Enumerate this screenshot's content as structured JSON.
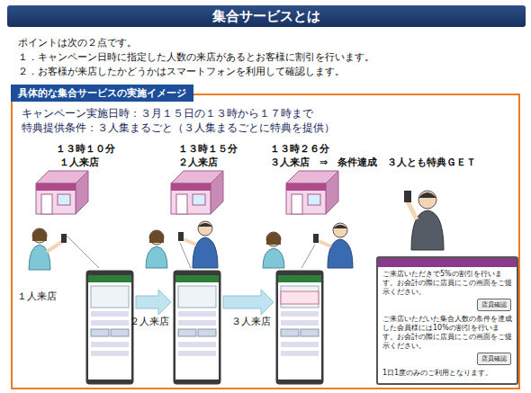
{
  "diagram": {
    "title": "集合サービスとは",
    "nodes": [
      {
        "text": [
          "集合サービスとは"
        ]
      },
      {
        "text": [
          "具体的な集合サービスの実施イメージ",
          "キャンペーン実施日時：３月１５日の１３時から１７時まで",
          "特典提供条件：３人集まるごと（３人集まるごとに特典を提供）"
        ]
      },
      {
        "text": [
          "１人来店"
        ],
        "in": 1
      },
      {
        "text": [
          "２人来店"
        ],
        "in": 1
      },
      {
        "text": [
          "３人来店"
        ],
        "in": 1
      },
      {
        "text": [
          "ご来店いただきで5%の割引を行います。お会計の際に店員にこの画面をご提示ください。",
          "店員確認",
          "ご来店いただいた集合人数の条件を達成した会員様には10%の割引を行います。お会計の際に店員にこの画面をご提示ください。",
          "店員確認",
          "1日1度のみのご利用となります。"
        ],
        "in": 1
      }
    ],
    "edges": [
      {
        "from": 2,
        "to": 3,
        "arrow": "to"
      },
      {
        "from": 3,
        "to": 4,
        "arrow": "to"
      }
    ],
    "labels": [
      "ポイントは次の２点です。",
      "１．キャンペーン日時に指定した人数の来店があるとお客様に割引を行います。",
      "２．お客様が来店したかどうかはスマートフォンを利用して確認します。",
      "１３時１０分",
      "１人来店",
      "１３時１５分",
      "２人来店",
      "１３時２６分",
      "３人来店　⇒　条件達成　３人とも特典ＧＥＴ"
    ]
  }
}
